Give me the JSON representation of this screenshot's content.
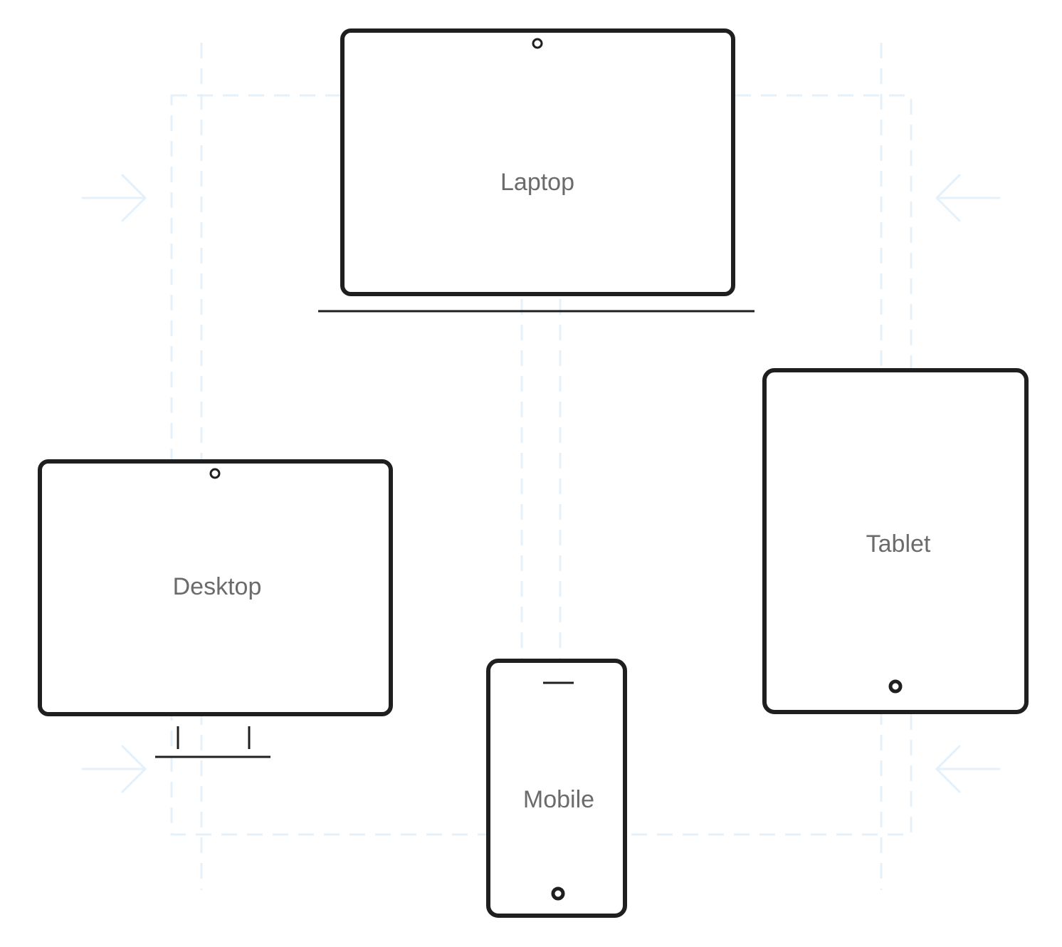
{
  "devices": {
    "laptop": {
      "label": "Laptop"
    },
    "desktop": {
      "label": "Desktop"
    },
    "tablet": {
      "label": "Tablet"
    },
    "mobile": {
      "label": "Mobile"
    }
  },
  "colors": {
    "outline": "#1f1f1f",
    "label": "#6b6b6b",
    "guides": "#e4f1fa"
  }
}
